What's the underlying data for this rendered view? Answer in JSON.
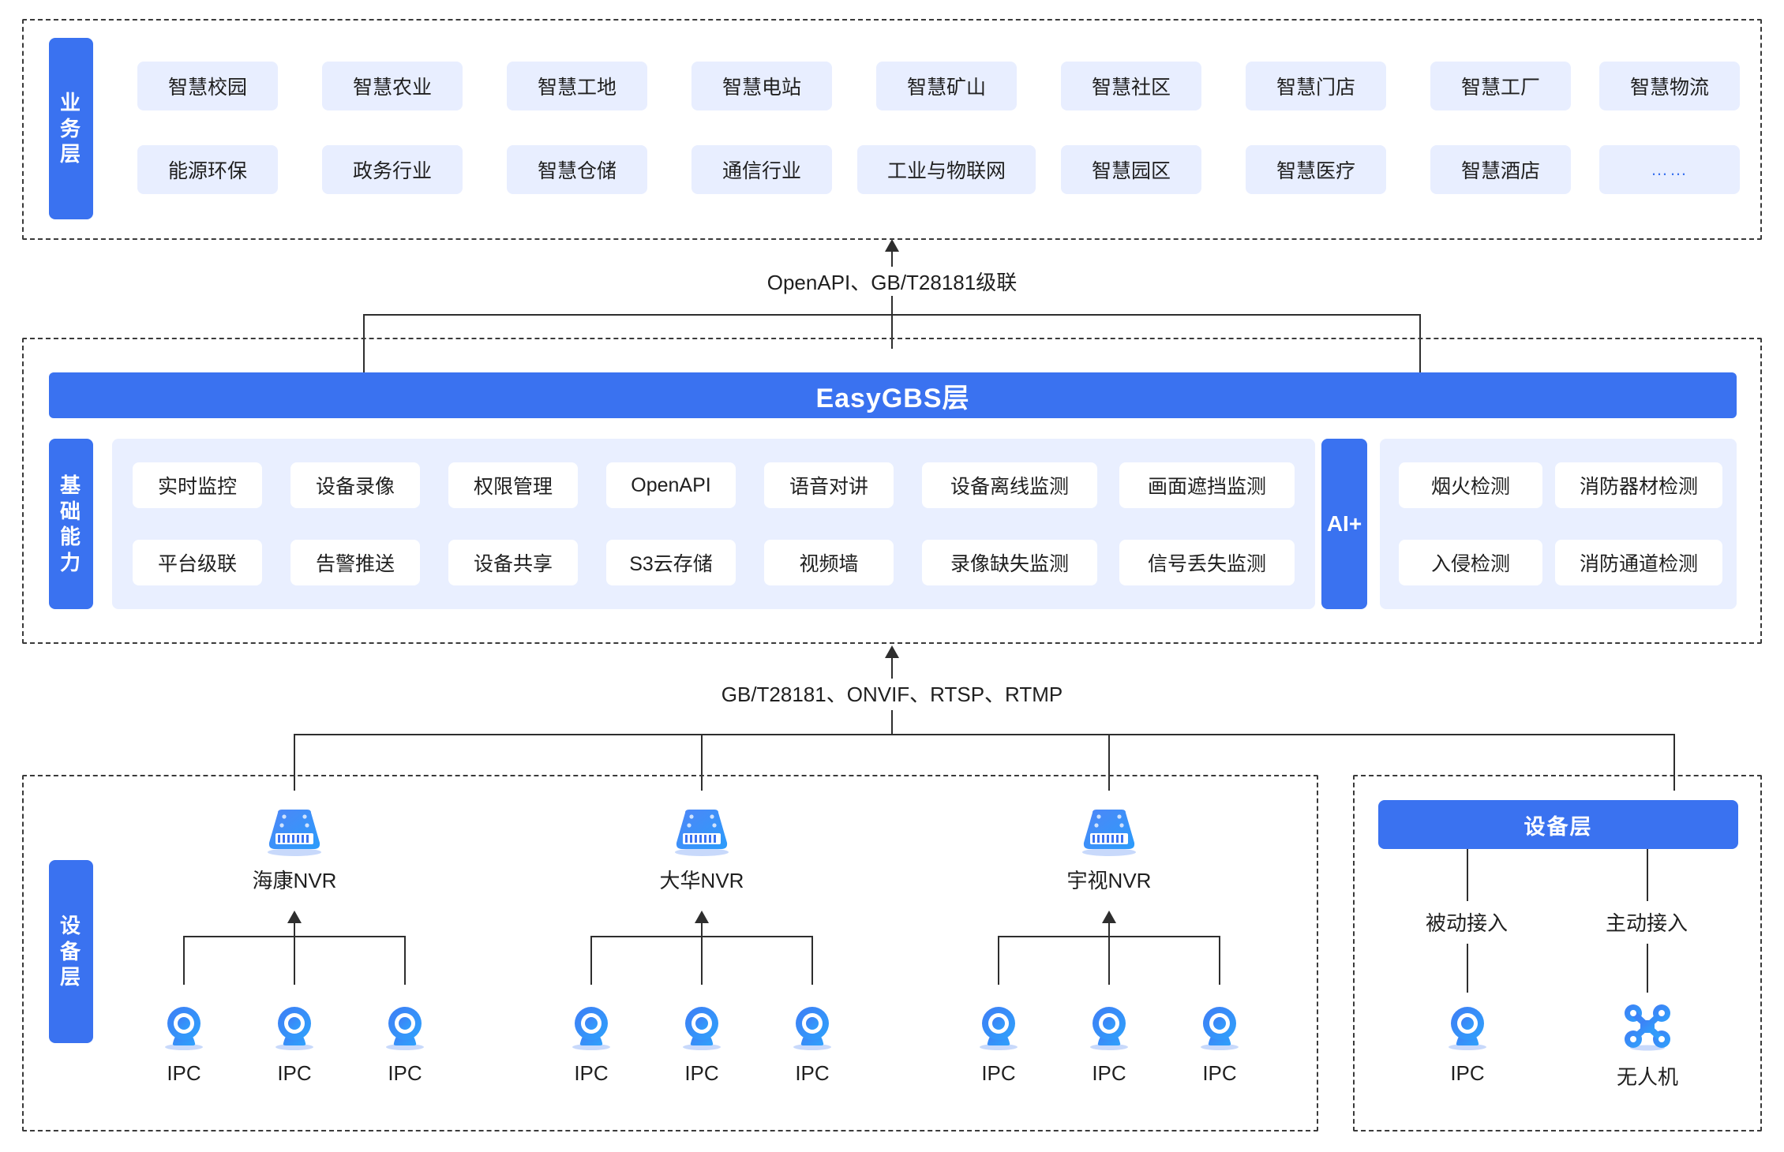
{
  "theme": {
    "brand_blue": "#3a72f0",
    "chip_pale": "#e8eeff",
    "panel_pale": "#e9efff",
    "line_dark": "#2e2e2e",
    "text_dark": "#1f1f1f",
    "chip_white": "#ffffff"
  },
  "business_layer": {
    "label": "业务层",
    "label_chars": [
      "业",
      "务",
      "层"
    ],
    "row1": [
      "智慧校园",
      "智慧农业",
      "智慧工地",
      "智慧电站",
      "智慧矿山",
      "智慧社区",
      "智慧门店",
      "智慧工厂",
      "智慧物流"
    ],
    "row2": [
      "能源环保",
      "政务行业",
      "智慧仓储",
      "通信行业",
      "工业与物联网",
      "智慧园区",
      "智慧医疗",
      "智慧酒店",
      "……"
    ]
  },
  "connector_top": {
    "label": "OpenAPI、GB/T28181级联"
  },
  "platform_layer": {
    "title": "EasyGBS层",
    "label": "基础能力",
    "label_chars": [
      "基",
      "础",
      "能",
      "力"
    ],
    "capabilities_row1": [
      "实时监控",
      "设备录像",
      "权限管理",
      "OpenAPI",
      "语音对讲",
      "设备离线监测",
      "画面遮挡监测"
    ],
    "capabilities_row2": [
      "平台级联",
      "告警推送",
      "设备共享",
      "S3云存储",
      "视频墙",
      "录像缺失监测",
      "信号丢失监测"
    ],
    "ai_badge": "AI+",
    "ai_row1": [
      "烟火检测",
      "消防器材检测"
    ],
    "ai_row2": [
      "入侵检测",
      "消防通道检测"
    ]
  },
  "connector_bottom": {
    "label": "GB/T28181、ONVIF、RTSP、RTMP"
  },
  "device_layer_left": {
    "label": "设备层",
    "label_chars": [
      "设",
      "备",
      "层"
    ],
    "nvrs": [
      {
        "name": "海康NVR",
        "icon": "nvr-icon",
        "children": [
          "IPC",
          "IPC",
          "IPC"
        ]
      },
      {
        "name": "大华NVR",
        "icon": "nvr-icon",
        "children": [
          "IPC",
          "IPC",
          "IPC"
        ]
      },
      {
        "name": "宇视NVR",
        "icon": "nvr-icon",
        "children": [
          "IPC",
          "IPC",
          "IPC"
        ]
      }
    ]
  },
  "device_layer_right": {
    "title": "设备层",
    "branches": [
      {
        "mode": "被动接入",
        "device": "IPC",
        "icon": "ipc-camera-icon"
      },
      {
        "mode": "主动接入",
        "device": "无人机",
        "icon": "drone-icon"
      }
    ]
  }
}
